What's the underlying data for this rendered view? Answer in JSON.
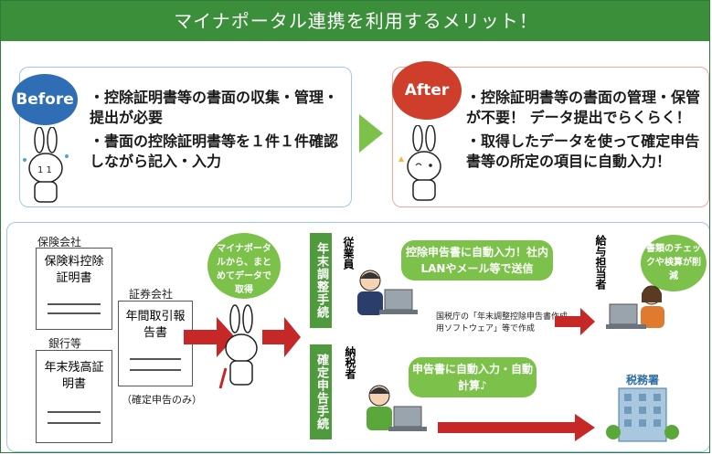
{
  "header": {
    "title": "マイナポータル連携を利用するメリット！"
  },
  "before": {
    "badge": "Before",
    "items": [
      "・控除証明書等の書面の収集・管理・提出が必要",
      "・書面の控除証明書等を１件１件確認しながら記入・入力"
    ]
  },
  "after": {
    "badge": "After",
    "items": [
      "・控除証明書等の書面の管理・保管が不要！ データ提出でらくらく！",
      "・取得したデータを使って確定申告書等の所定の項目に自動入力！"
    ]
  },
  "docs": {
    "insurance_company": "保険会社",
    "insurance_cert": "保険料控除証明書",
    "bank": "銀行等",
    "balance_cert": "年末残高証明書",
    "securities_company": "証券会社",
    "annual_report": "年間取引報告書",
    "tax_return_only": "（確定申告のみ）"
  },
  "mynaportal_bubble": "マイナポータルから、まとめてデータで取得",
  "year_end": {
    "label": "年末調整手続",
    "employee": "従業員",
    "bubble": "控除申告書に自動入力！社内LANやメール等で送信",
    "software_note": "国税庁の「年末調整控除申告書作成用ソフトウェア」等で作成",
    "payroll": "給与担当者",
    "payroll_bubble": "書類のチェックや検算が削減"
  },
  "tax_return": {
    "label": "確定申告手続",
    "taxpayer": "納税者",
    "bubble": "申告書に自動入力・自動計算♪",
    "office": "税務署"
  },
  "colors": {
    "header": "#3c8f3a",
    "before": "#2f6db4",
    "after": "#cf3d2b",
    "bubble": "#7cc24a",
    "arrow": "#c62828"
  }
}
